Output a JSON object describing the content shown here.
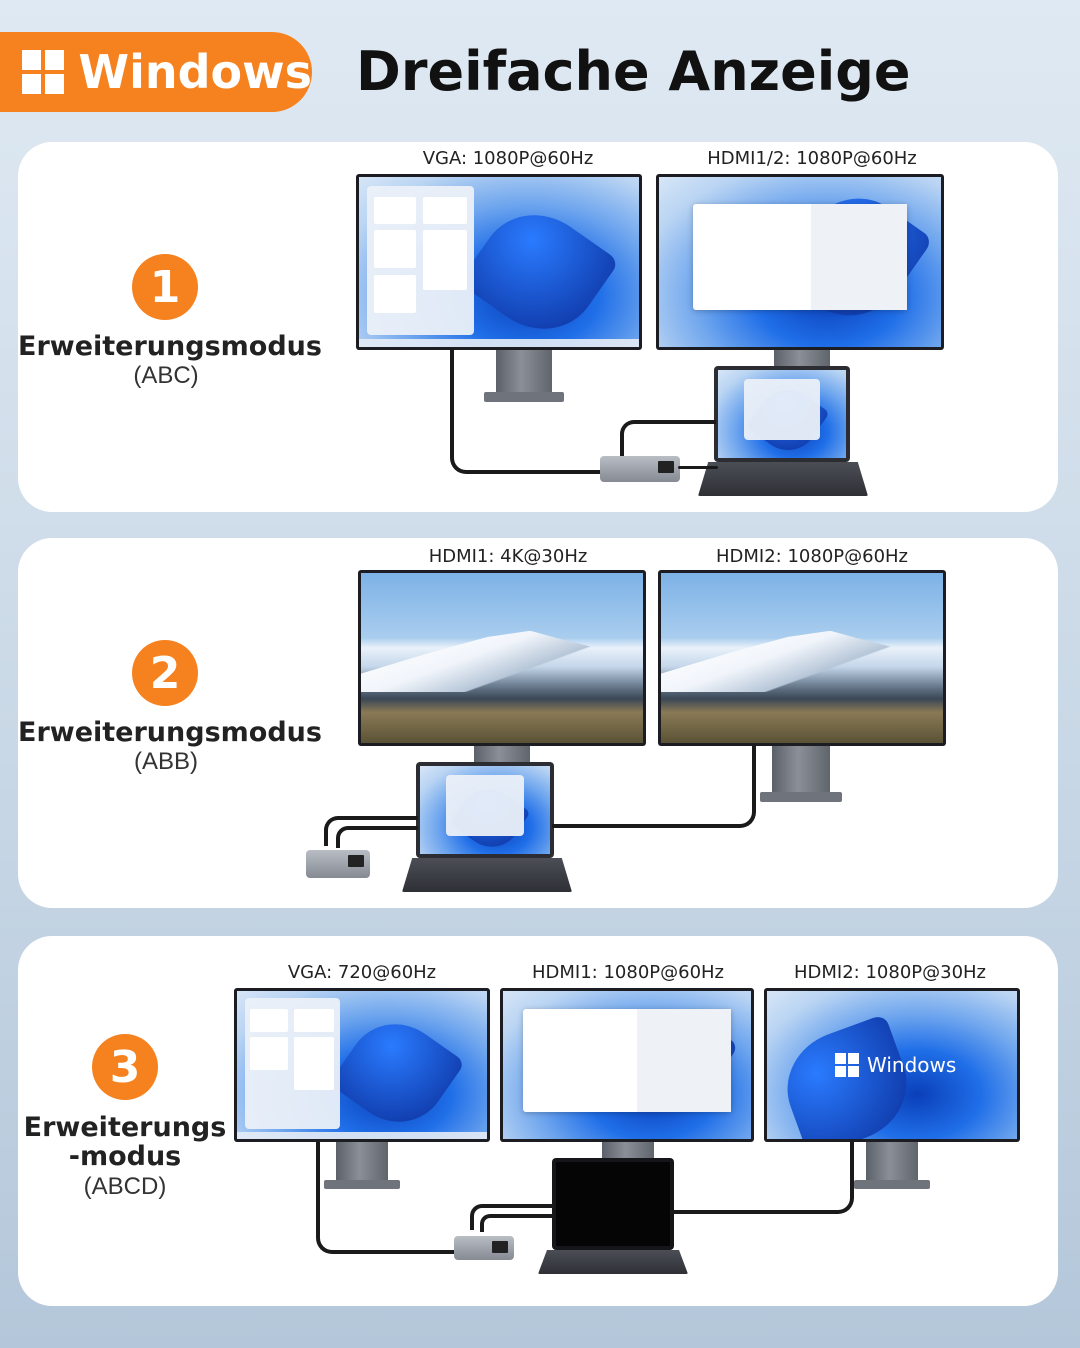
{
  "header": {
    "badge_label": "Windows",
    "title": "Dreifache Anzeige"
  },
  "colors": {
    "accent": "#f5821f",
    "panel": "#ffffff"
  },
  "modes": [
    {
      "number": "1",
      "name": "Erweiterungsmodus",
      "code": "(ABC)",
      "labels": [
        "VGA: 1080P@60Hz",
        "HDMI1/2: 1080P@60Hz"
      ]
    },
    {
      "number": "2",
      "name": "Erweiterungsmodus",
      "code": "(ABB)",
      "labels": [
        "HDMI1: 4K@30Hz",
        "HDMI2: 1080P@60Hz"
      ]
    },
    {
      "number": "3",
      "name_line1": "Erweiterungs",
      "name_line2": "-modus",
      "code": "(ABCD)",
      "labels": [
        "VGA: 720@60Hz",
        "HDMI1: 1080P@60Hz",
        "HDMI2: 1080P@30Hz"
      ],
      "screen_logo": "Windows"
    }
  ]
}
